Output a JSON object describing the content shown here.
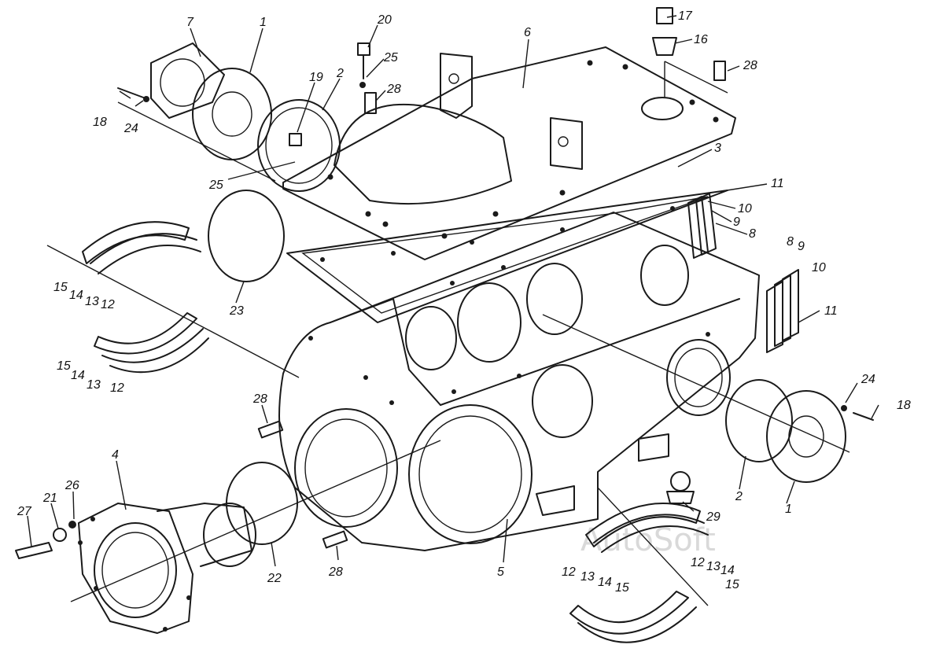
{
  "callouts": {
    "c1_top": "1",
    "c2_top": "2",
    "c3": "3",
    "c4": "4",
    "c5": "5",
    "c6": "6",
    "c7": "7",
    "c8_mid": "8",
    "c9_mid": "9",
    "c10_mid": "10",
    "c11_top": "11",
    "c8_right": "8",
    "c9_right": "9",
    "c10_right": "10",
    "c11_right": "11",
    "c12_a": "12",
    "c13_a": "13",
    "c14_a": "14",
    "c15_a": "15",
    "c12_b": "12",
    "c13_b": "13",
    "c14_b": "14",
    "c15_b": "15",
    "c12_c": "12",
    "c13_c": "13",
    "c14_c": "14",
    "c15_c": "15",
    "c12_d": "12",
    "c13_d": "13",
    "c14_d": "14",
    "c15_d": "15",
    "c16": "16",
    "c17": "17",
    "c18_left": "18",
    "c18_right": "18",
    "c19": "19",
    "c20": "20",
    "c21": "21",
    "c22": "22",
    "c23": "23",
    "c24_left": "24",
    "c24_right": "24",
    "c25_top": "25",
    "c25_left": "25",
    "c26": "26",
    "c27": "27",
    "c28_top": "28",
    "c28_right": "28",
    "c28_left": "28",
    "c28_bottom": "28",
    "c29": "29",
    "c1_right": "1",
    "c2_right": "2"
  },
  "watermark": "AutoSoft"
}
